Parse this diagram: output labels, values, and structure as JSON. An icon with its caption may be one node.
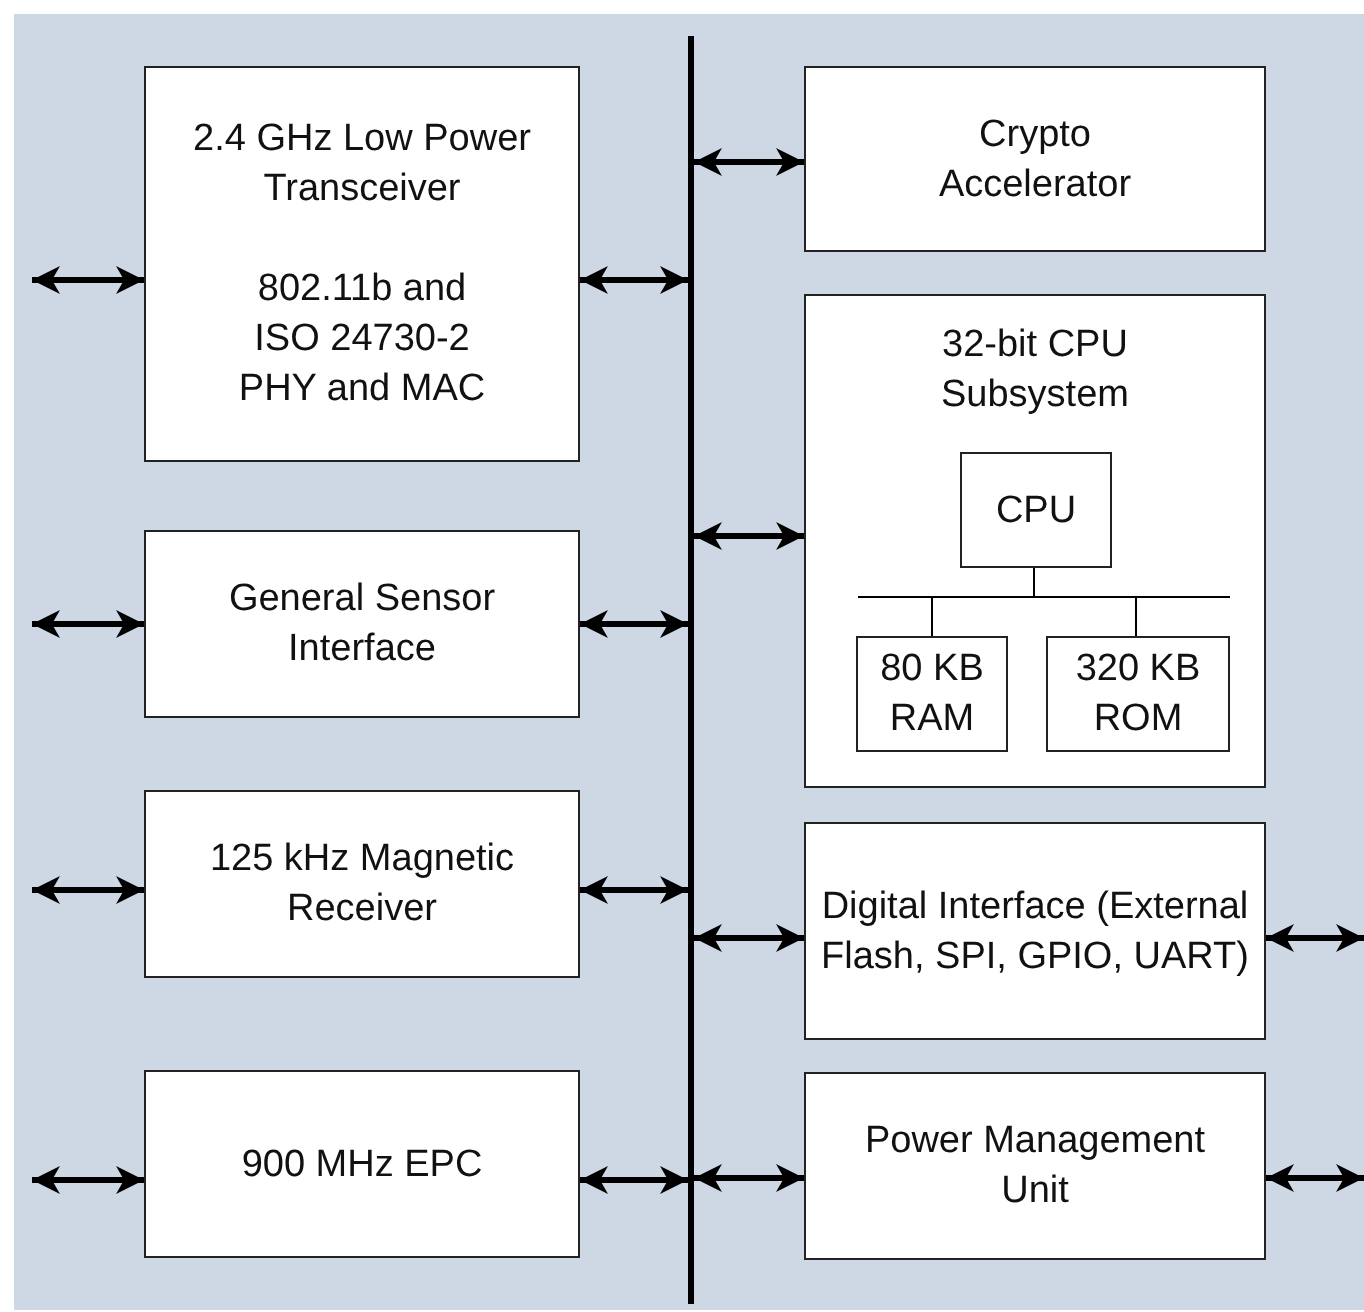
{
  "diagram": {
    "nodes": [
      {
        "text": [
          "2.4 GHz Low Power Transceiver",
          "802.11b and ISO 24730-2 PHY and MAC"
        ]
      },
      {
        "text": [
          "General Sensor Interface"
        ]
      },
      {
        "text": [
          "125 kHz Magnetic Receiver"
        ]
      },
      {
        "text": [
          "900 MHz EPC"
        ]
      },
      {
        "text": [],
        "shape": "bar"
      },
      {
        "text": [
          "Crypto Accelerator"
        ]
      },
      {
        "text": [
          "32-bit CPU Subsystem"
        ]
      },
      {
        "text": [
          "CPU"
        ],
        "in": 6
      },
      {
        "text": [],
        "shape": "bar",
        "in": 6
      },
      {
        "text": [
          "80 KB RAM"
        ],
        "in": 6
      },
      {
        "text": [
          "320 KB ROM"
        ],
        "in": 6
      },
      {
        "text": [
          "Digital Interface (External Flash, SPI, GPIO, UART)"
        ]
      },
      {
        "text": [
          "Power Management Unit"
        ]
      }
    ],
    "edges": [
      {
        "from": null,
        "to": 0,
        "arrow": "both"
      },
      {
        "from": null,
        "to": 1,
        "arrow": "both"
      },
      {
        "from": null,
        "to": 2,
        "arrow": "both"
      },
      {
        "from": null,
        "to": 3,
        "arrow": "both"
      },
      {
        "from": 0,
        "to": 4,
        "arrow": "both"
      },
      {
        "from": 1,
        "to": 4,
        "arrow": "both"
      },
      {
        "from": 2,
        "to": 4,
        "arrow": "both"
      },
      {
        "from": 3,
        "to": 4,
        "arrow": "both"
      },
      {
        "from": 4,
        "to": 5,
        "arrow": "both"
      },
      {
        "from": 4,
        "to": 6,
        "arrow": "both"
      },
      {
        "from": 4,
        "to": 11,
        "arrow": "both"
      },
      {
        "from": 4,
        "to": 12,
        "arrow": "both"
      },
      {
        "from": 11,
        "to": null,
        "arrow": "both"
      },
      {
        "from": 12,
        "to": null,
        "arrow": "both"
      },
      {
        "from": 7,
        "to": 8,
        "arrow": "none"
      },
      {
        "from": 8,
        "to": 9,
        "arrow": "none"
      },
      {
        "from": 8,
        "to": 10,
        "arrow": "none"
      }
    ]
  }
}
